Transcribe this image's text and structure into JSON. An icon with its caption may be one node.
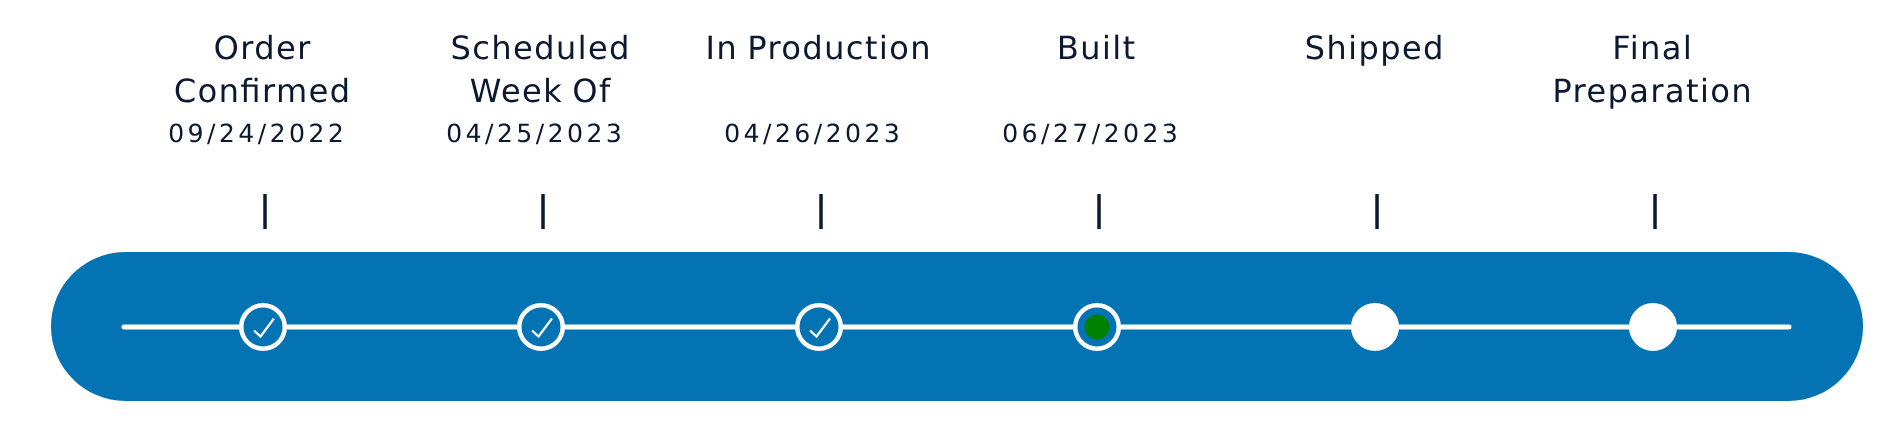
{
  "diagram": {
    "nodes": [
      {
        "text": [],
        "shape": "circle"
      },
      {
        "text": [],
        "shape": "circle"
      },
      {
        "text": [],
        "shape": "circle"
      },
      {
        "text": [],
        "shape": "circle"
      },
      {
        "text": [],
        "shape": "circle"
      },
      {
        "text": [],
        "shape": "circle"
      }
    ],
    "edges": [
      {
        "from": null,
        "to": 0,
        "arrow": "none"
      },
      {
        "from": 0,
        "to": 1,
        "arrow": "none"
      },
      {
        "from": 1,
        "to": 2,
        "arrow": "none"
      },
      {
        "from": 2,
        "to": 3,
        "arrow": "none"
      },
      {
        "from": 3,
        "to": 4,
        "arrow": "none"
      },
      {
        "from": 4,
        "to": 5,
        "arrow": "none"
      },
      {
        "from": 5,
        "to": null,
        "arrow": "none"
      }
    ],
    "labels": [
      "Order Confirmed",
      "09/24/2022",
      "Scheduled Week Of",
      "04/25/2023",
      "In Production",
      "04/26/2023",
      "Built",
      "06/27/2023",
      "Shipped",
      "Final Preparation"
    ]
  }
}
